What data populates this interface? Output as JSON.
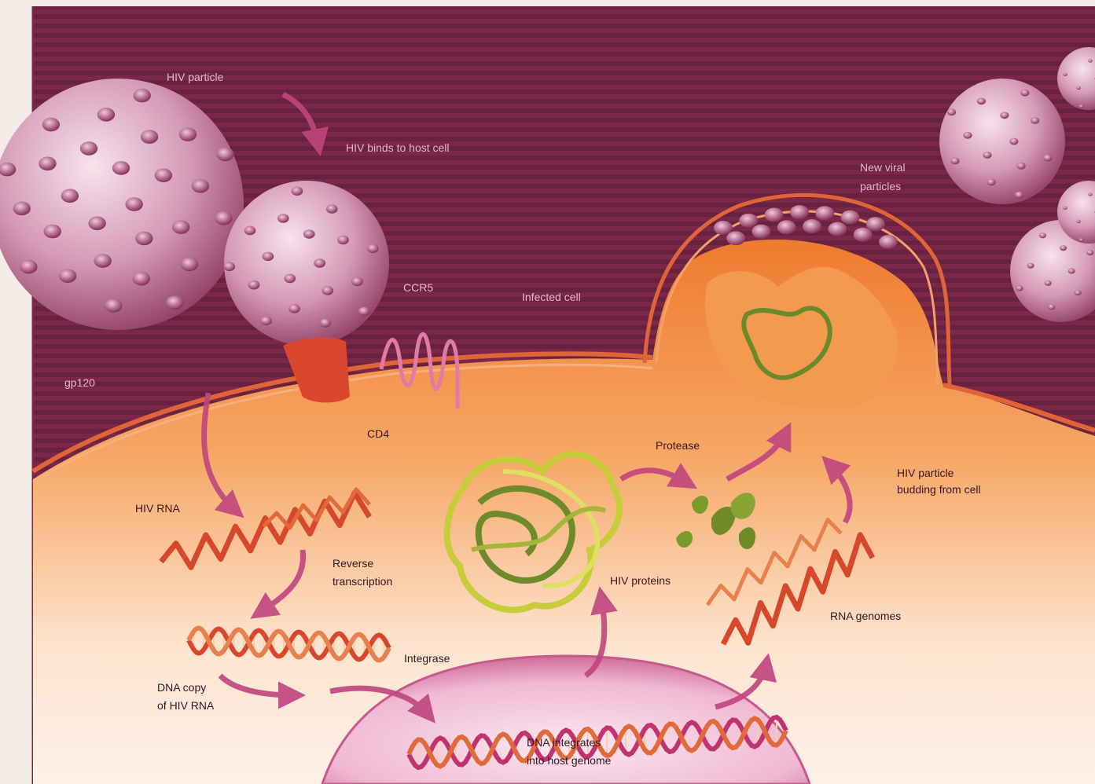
{
  "labels": {
    "hiv_particle": "HIV particle",
    "hiv_binds": "HIV binds to host cell",
    "new_viral_1": "New viral",
    "new_viral_2": "particles",
    "ccr5": "CCR5",
    "infected_cell": "Infected cell",
    "gp120": "gp120",
    "cd4": "CD4",
    "protease": "Protease",
    "budding_1": "HIV particle",
    "budding_2": "budding from cell",
    "hiv_rna": "HIV RNA",
    "reverse_1": "Reverse",
    "reverse_2": "transcription",
    "hiv_proteins": "HIV proteins",
    "rna_genomes": "RNA genomes",
    "integrase": "Integrase",
    "dna_copy_1": "DNA copy",
    "dna_copy_2": "of HIV RNA",
    "dna_integrates_1": "DNA integrates",
    "dna_integrates_2": "into host genome"
  },
  "colors": {
    "background_stripe_a": "#7a2748",
    "background_stripe_b": "#68203d",
    "cell_orange": "#f08a3a",
    "cell_light": "#fde6cf",
    "membrane": "#e0643a",
    "virus_body": "#d48fae",
    "virus_spike": "#8a2d56",
    "rna_red": "#e0502f",
    "protein_green": "#7a8a2a",
    "nucleus_pink": "#e48ab0",
    "arrow_pink": "#c0457e"
  }
}
